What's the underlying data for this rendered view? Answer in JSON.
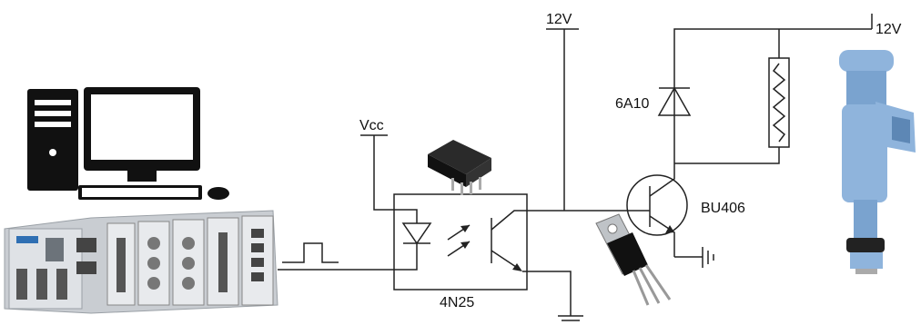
{
  "labels": {
    "supply_top": "12V",
    "supply_right": "12V",
    "vcc": "Vcc",
    "diode": "6A10",
    "transistor": "BU406",
    "optocoupler": "4N25"
  },
  "colors": {
    "wire": "#222222",
    "injector_body": "#8fb4dc",
    "injector_dark": "#5d87b5",
    "chassis": "#c9cdd2",
    "computer": "#111111"
  },
  "icons": {
    "computer": "desktop-computer-icon",
    "daq": "daq-chassis-icon",
    "optocoupler_chip": "dip-ic-icon",
    "transistor_package": "to220-transistor-icon",
    "injector": "fuel-injector-icon"
  }
}
